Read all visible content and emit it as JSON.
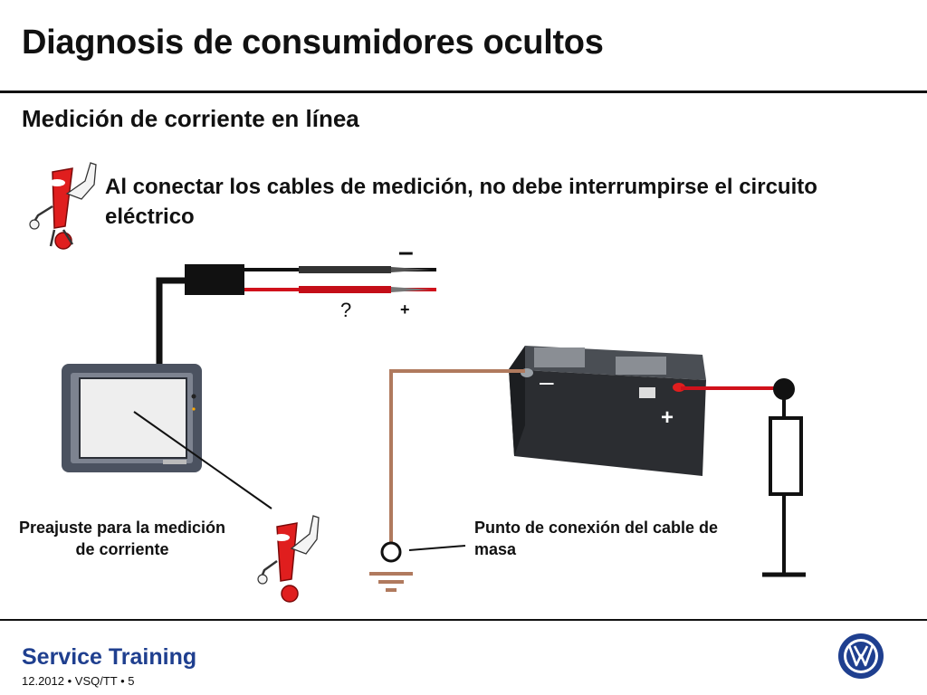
{
  "header": {
    "title": "Diagnosis de consumidores ocultos",
    "subtitle": "Medición de corriente en línea"
  },
  "warning_note": "Al conectar los cables de medición, no debe interrumpirse el circuito eléctrico",
  "diagram": {
    "probe_minus_symbol": "–",
    "probe_unknown_symbol": "?",
    "probe_plus_symbol": "+",
    "battery_minus_symbol": "–",
    "battery_plus_symbol": "+",
    "label_preset": "Preajuste para la medición de corriente",
    "label_ground_point": "Punto de conexión del cable de masa",
    "colors": {
      "red_wire": "#d0111b",
      "black_wire": "#111111",
      "ground_wire": "#b07a5e",
      "warning_red": "#e01e1e"
    }
  },
  "footer": {
    "brand": "Service Training",
    "meta": "12.2012 • VSQ/TT • 5",
    "logo_text": "VW"
  }
}
